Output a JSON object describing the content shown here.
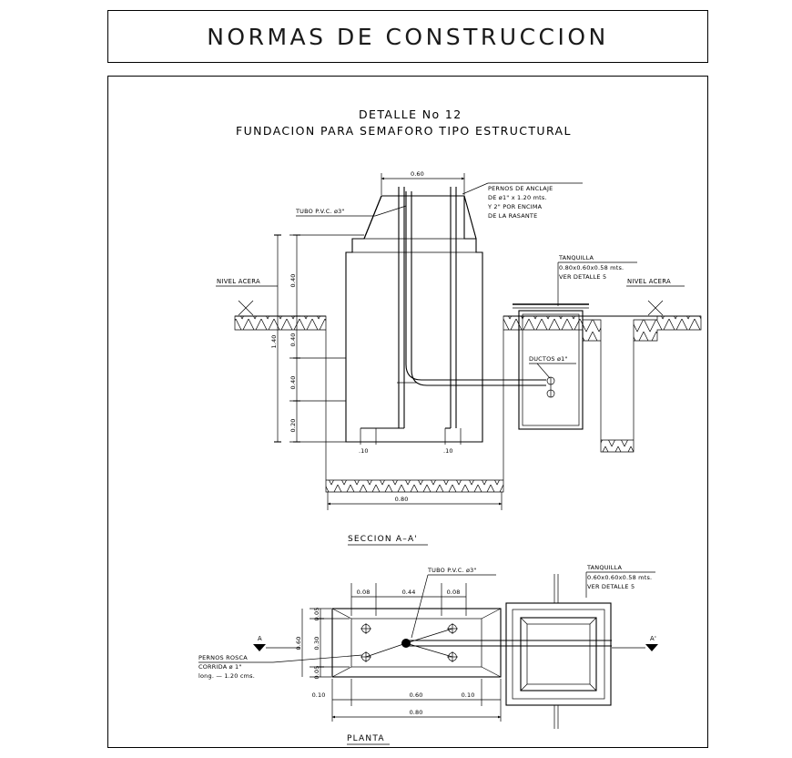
{
  "sheet": {
    "title": "NORMAS  DE  CONSTRUCCION",
    "detail_number": "DETALLE  No  12",
    "detail_name": "FUNDACION  PARA  SEMAFORO  TIPO  ESTRUCTURAL"
  },
  "section": {
    "caption": "SECCION  A–A'",
    "top_dim": "0.60",
    "bottom_dim": "0.80",
    "total_depth": "1.40",
    "vertical_dims": [
      "0.40",
      "0.40",
      "0.40",
      "0.20"
    ],
    "bolt_hook_dims": [
      ".10",
      ".10"
    ],
    "labels": {
      "pvc_pipe": "TUBO  P.V.C.  ø3\"",
      "anchor_bolts": [
        "PERNOS  DE  ANCLAJE",
        "DE  ø1\"  x  1.20  mts.",
        "Y  2\"  POR  ENCIMA",
        "DE  LA  RASANTE"
      ],
      "tanquilla": [
        "TANQUILLA",
        "0.80x0.60x0.58  mts.",
        "VER  DETALLE  5"
      ],
      "sidewalk_level_left": "NIVEL ACERA",
      "sidewalk_level_right": "NIVEL ACERA",
      "ducts": "DUCTOS  ø1\""
    }
  },
  "plan": {
    "caption": "PLANTA",
    "top_dims": [
      "0.08",
      "0.44",
      "0.08"
    ],
    "left_dims": [
      "0.05",
      "0.30",
      "0.05"
    ],
    "left_overall_dim": "0.60",
    "bottom_dims": [
      "0.10",
      "0.60",
      "0.10"
    ],
    "bottom_overall_dim": "0.80",
    "section_marks": [
      "A",
      "A'"
    ],
    "labels": {
      "pvc_pipe": "TUBO  P.V.C.  ø3\"",
      "tanquilla": [
        "TANQUILLA",
        "0.60x0.60x0.58  mts.",
        "VER  DETALLE  5"
      ],
      "threaded_bolts": [
        "PERNOS  ROSCA",
        "CORRIDA   ø 1\"",
        "long. — 1.20  cms."
      ]
    }
  },
  "colors": {
    "ink": "#000000",
    "paper": "#ffffff",
    "title_ink": "#1a1a1a"
  }
}
